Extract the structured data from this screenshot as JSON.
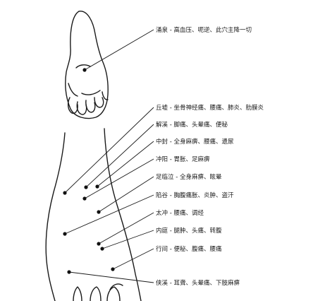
{
  "diagram": {
    "acupoints": [
      {
        "id": "yongquan",
        "name": "涌泉",
        "effect": "高血压、呃逆、此穴主降一切"
      },
      {
        "id": "qiuxu",
        "name": "丘墟",
        "effect": "坐骨神经痛、腰痛、肺炎、肋膜炎"
      },
      {
        "id": "jiexi",
        "name": "解溪",
        "effect": "脚痛、头晕痛、便秘"
      },
      {
        "id": "zhongfeng",
        "name": "中封",
        "effect": "全身麻痹、腰痛、遗尿"
      },
      {
        "id": "chongyang",
        "name": "冲阳",
        "effect": "胃胀、足麻痹"
      },
      {
        "id": "zulinqi",
        "name": "足临泣",
        "effect": "全身麻痹、眩晕"
      },
      {
        "id": "xiangu",
        "name": "陷谷",
        "effect": "胸腹痛胀、炎肿、盗汗"
      },
      {
        "id": "taichong",
        "name": "太冲",
        "effect": "腰痛、调经"
      },
      {
        "id": "neiting",
        "name": "内庭",
        "effect": "腿肿、头痛、转腹"
      },
      {
        "id": "xingjian",
        "name": "行间",
        "effect": "便秘、腹痛、腰痛"
      },
      {
        "id": "xiaxi",
        "name": "侠溪",
        "effect": "耳聋、头晕痛、下肢麻痹"
      }
    ]
  }
}
